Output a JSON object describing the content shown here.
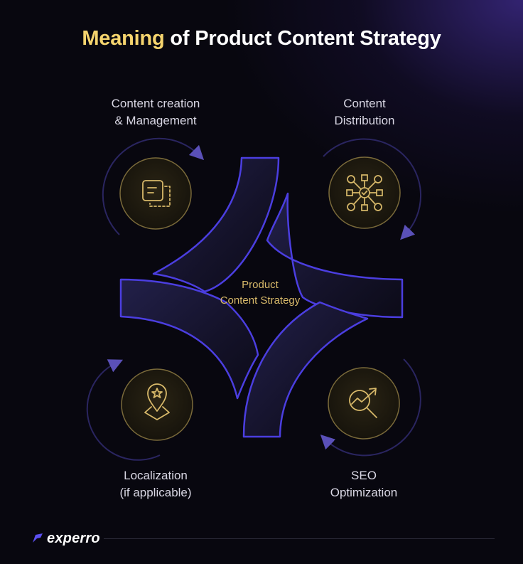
{
  "title": {
    "highlight": "Meaning",
    "rest": " of Product Content Strategy"
  },
  "center": {
    "line1": "Product",
    "line2": "Content Strategy"
  },
  "nodes": {
    "top_left": {
      "line1": "Content creation",
      "line2": "& Management",
      "icon": "content-document-icon"
    },
    "top_right": {
      "line1": "Content",
      "line2": "Distribution",
      "icon": "distribution-network-icon"
    },
    "bottom_left": {
      "line1": "Localization",
      "line2": "(if applicable)",
      "icon": "location-pin-star-icon"
    },
    "bottom_right": {
      "line1": "SEO",
      "line2": "Optimization",
      "icon": "seo-magnifier-trend-icon"
    }
  },
  "brand": {
    "name": "experro"
  },
  "colors": {
    "title_highlight": "#f5d46e",
    "accent_gold": "#d8b96a",
    "petal_stroke": "#4b3ee0",
    "background": "#08070f"
  }
}
